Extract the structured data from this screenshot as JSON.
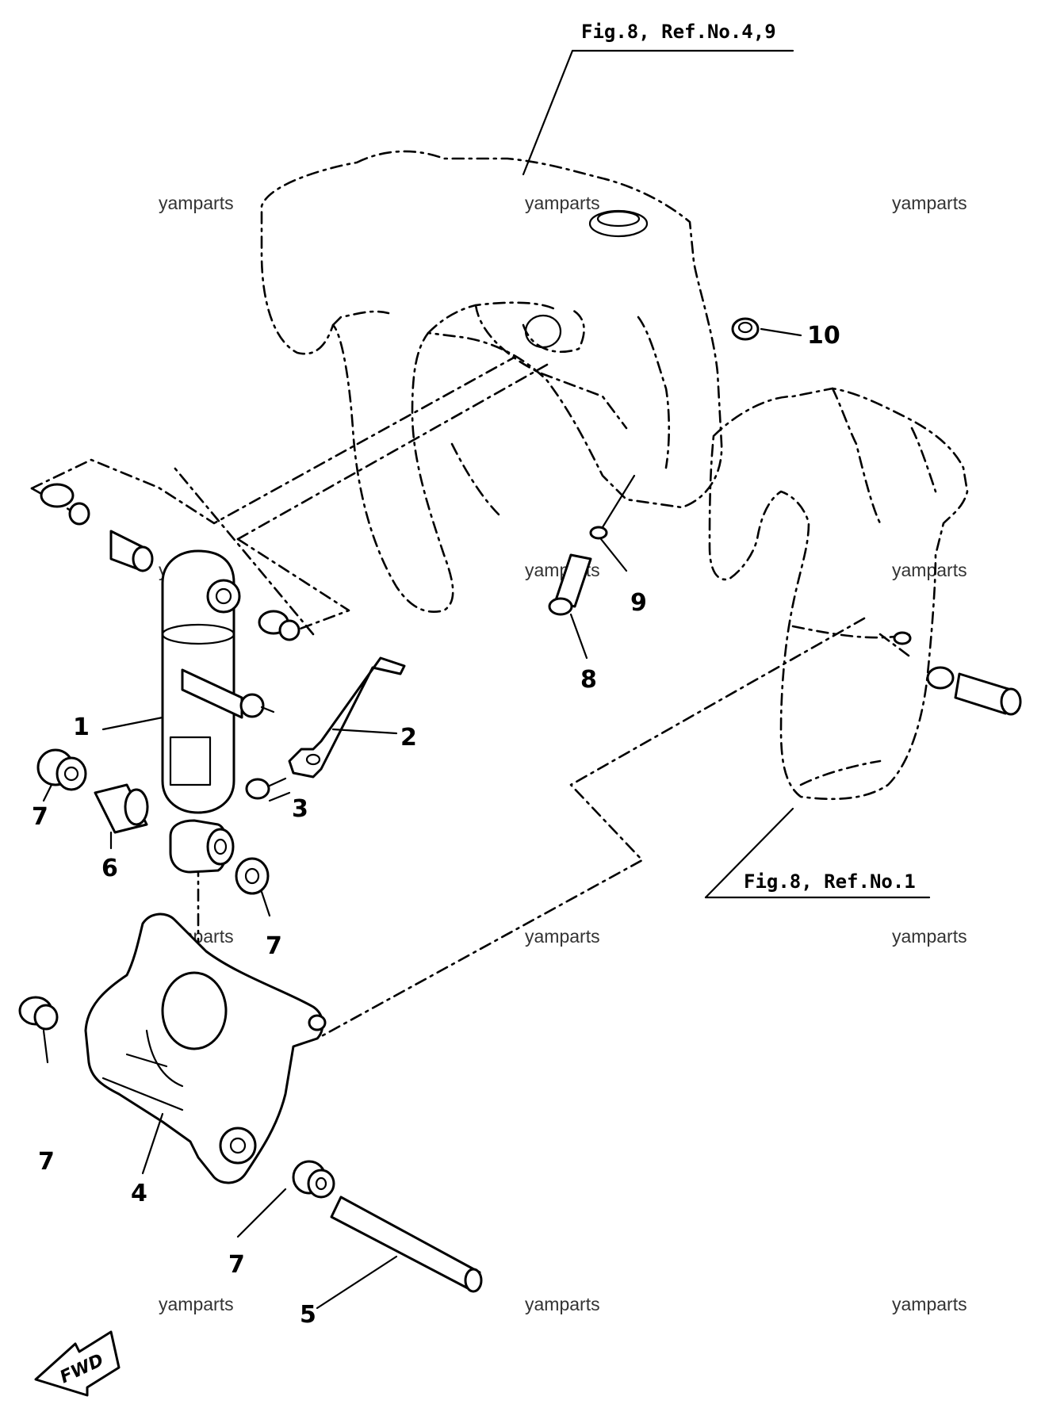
{
  "watermark": "yamparts",
  "references": {
    "upper": "Fig.8, Ref.No.4,9",
    "lower": "Fig.8, Ref.No.1"
  },
  "part_numbers": [
    "1",
    "2",
    "3",
    "4",
    "5",
    "6",
    "7",
    "8",
    "9",
    "10"
  ],
  "callouts": {
    "p1": "1",
    "p2": "2",
    "p3": "3",
    "p4": "4",
    "p5": "5",
    "p6": "6",
    "p7": "7",
    "p8": "8",
    "p9": "9",
    "p10": "10"
  },
  "direction_tag": "FWD"
}
